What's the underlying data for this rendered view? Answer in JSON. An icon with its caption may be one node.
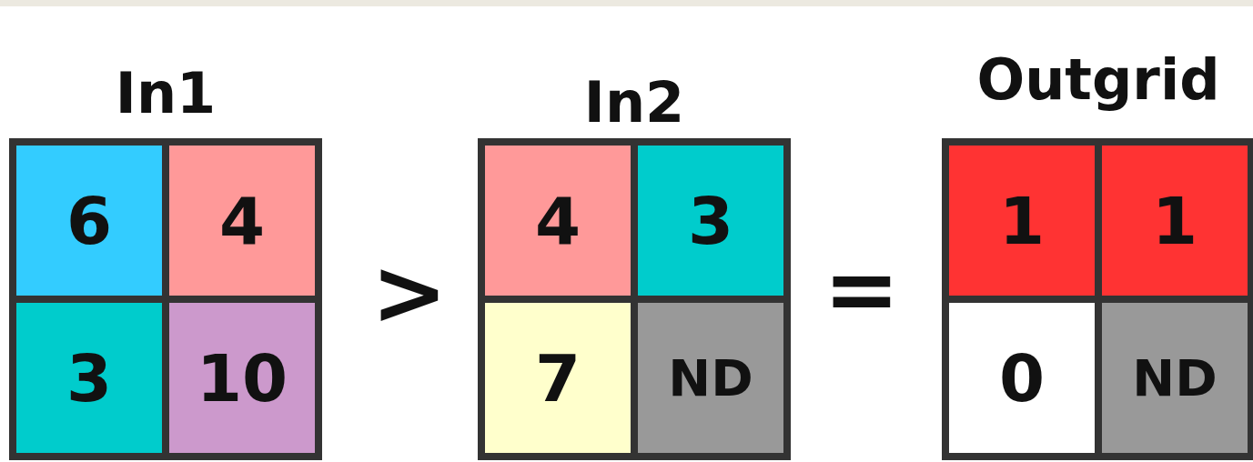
{
  "diagram": {
    "nodes": [
      {
        "text": [
          "In1"
        ]
      },
      {
        "text": [
          "6"
        ],
        "in": 0
      },
      {
        "text": [
          "4"
        ],
        "in": 0
      },
      {
        "text": [
          "3"
        ],
        "in": 0
      },
      {
        "text": [
          "10"
        ],
        "in": 0
      },
      {
        "text": [
          "In2"
        ]
      },
      {
        "text": [
          "4"
        ],
        "in": 5
      },
      {
        "text": [
          "3"
        ],
        "in": 5
      },
      {
        "text": [
          "7"
        ],
        "in": 5
      },
      {
        "text": [
          "ND"
        ],
        "in": 5
      },
      {
        "text": [
          "Outgrid"
        ]
      },
      {
        "text": [
          "1"
        ],
        "in": 10
      },
      {
        "text": [
          "1"
        ],
        "in": 10
      },
      {
        "text": [
          "0"
        ],
        "in": 10
      },
      {
        "text": [
          "ND"
        ],
        "in": 10
      }
    ],
    "edges": [],
    "labels": [
      ">",
      "="
    ]
  }
}
